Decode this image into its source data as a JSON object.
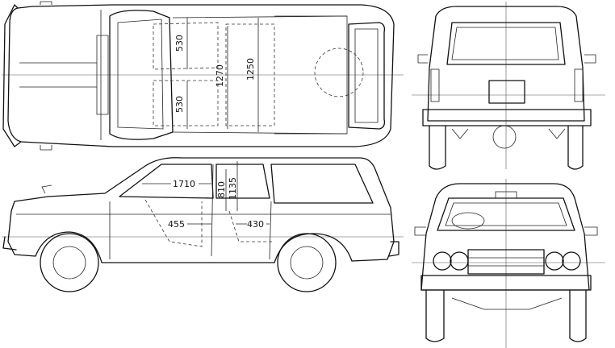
{
  "dimensions": {
    "top_upper_530": "530",
    "top_lower_530": "530",
    "top_1270": "1270",
    "top_1250": "1250",
    "side_1710": "1710",
    "side_810": "810",
    "side_1135": "1135",
    "side_455": "455",
    "side_430": "430"
  }
}
